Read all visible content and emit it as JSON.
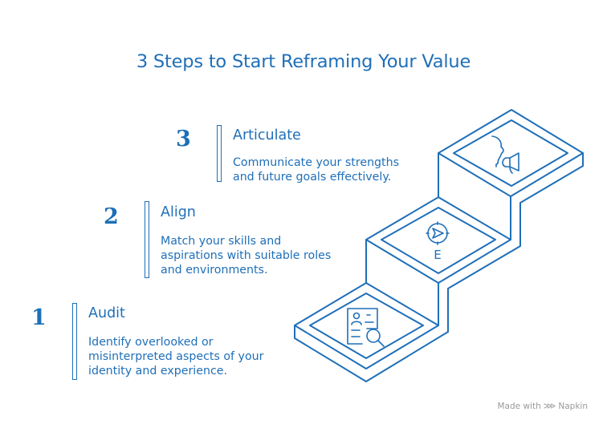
{
  "title": "3 Steps to Start Reframing Your Value",
  "accent_color": "#1f6fb8",
  "steps": [
    {
      "number": "1",
      "heading": "Audit",
      "description_lines": [
        "Identify overlooked or",
        "misinterpreted aspects of your",
        "identity and experience."
      ],
      "icon": "profile-search-icon"
    },
    {
      "number": "2",
      "heading": "Align",
      "description_lines": [
        "Match your skills and",
        "aspirations with suitable roles",
        "and environments."
      ],
      "icon": "compass-icon"
    },
    {
      "number": "3",
      "heading": "Articulate",
      "description_lines": [
        "Communicate your strengths",
        "and future goals effectively."
      ],
      "icon": "speaking-megaphone-icon"
    }
  ],
  "stairs": {
    "compass_label": "E"
  },
  "footer": {
    "made_with": "Made with",
    "brand": "Napkin",
    "logo_icon": "napkin-logo-icon"
  }
}
